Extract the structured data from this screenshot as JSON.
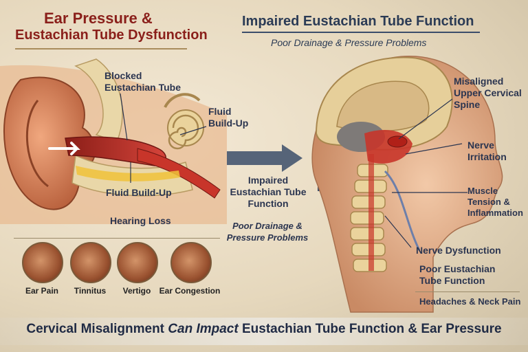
{
  "titles": {
    "left_line1": "Ear Pressure &",
    "left_line2": "Eustachian Tube Dysfunction",
    "right_main": "Impaired Eustachian Tube Function",
    "right_sub": "Poor Drainage & Pressure Problems"
  },
  "ear_labels": {
    "blocked_tube": "Blocked Eustachian Tube",
    "fluid_buildup_top": "Fluid Build-Up",
    "fluid_buildup_bottom": "Fluid Build-Up",
    "hearing_loss": "Hearing Loss"
  },
  "middle_labels": {
    "impaired": "Impaired Eustachian Tube Function",
    "poor_drainage": "Poor Drainage & Pressure Problems"
  },
  "spine_labels": {
    "misaligned": "Misaligned Upper Cervical Spine",
    "nerve_irritation": "Nerve Irritation",
    "muscle_tension": "Muscle Tension & Inflammation",
    "nerve_dysfunction": "Nerve Dysfunction",
    "poor_et_function": "Poor Eustachian Tube Function",
    "headaches": "Headaches & Neck Pain"
  },
  "symptoms": [
    {
      "label": "Ear Pain",
      "icon": "ear-pain-icon"
    },
    {
      "label": "Tinnitus",
      "icon": "tinnitus-icon"
    },
    {
      "label": "Vertigo",
      "icon": "vertigo-icon"
    },
    {
      "label": "Ear Congestion",
      "icon": "ear-congestion-icon"
    }
  ],
  "footer": {
    "part1": "Cervical Misalignment",
    "part2": "Can Impact",
    "part3": "Eustachian Tube Function & Ear Pressure"
  },
  "colors": {
    "accent_red": "#8a1f1a",
    "navy": "#2b3b55",
    "tissue_red": "#c8352a",
    "bone": "#e9d7a8"
  }
}
